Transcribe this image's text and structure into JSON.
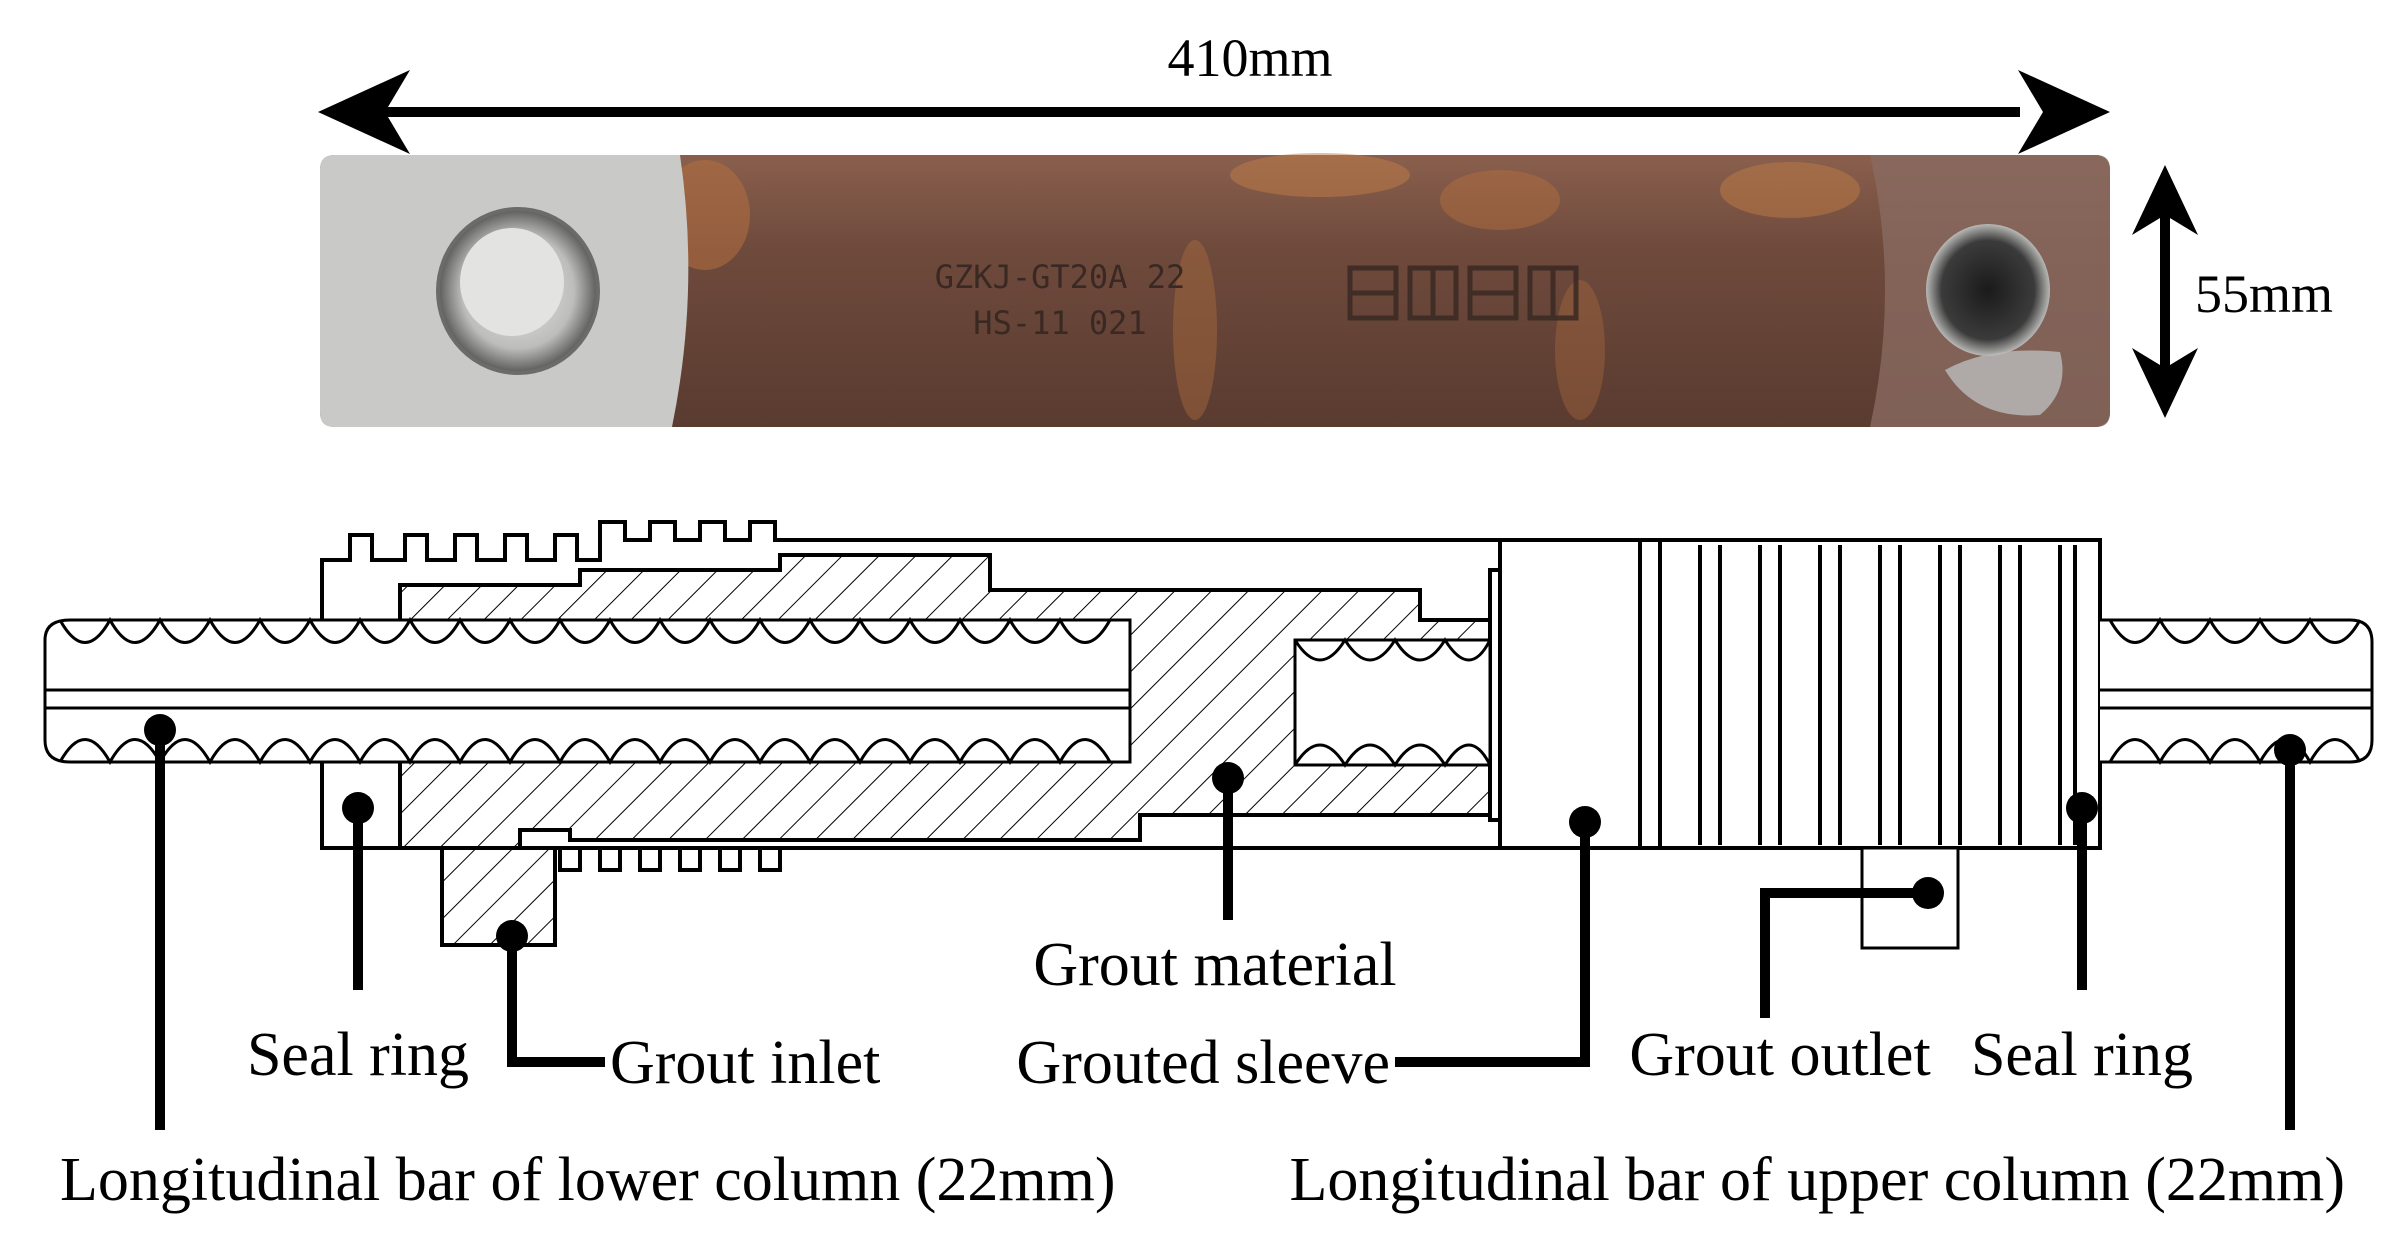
{
  "figure": {
    "dimensions": {
      "length": "410mm",
      "diameter": "55mm"
    },
    "sleeve_marking": {
      "line1": "GZKJ-GT20A 22",
      "line2": "HS-11 021"
    },
    "labels": {
      "seal_ring_left": "Seal ring",
      "grout_inlet": "Grout inlet",
      "grout_material": "Grout material",
      "grouted_sleeve": "Grouted sleeve",
      "grout_outlet": "Grout outlet",
      "seal_ring_right": "Seal ring",
      "lower_bar": "Longitudinal bar of lower column (22mm)",
      "upper_bar": "Longitudinal bar of upper column (22mm)"
    }
  },
  "colors": {
    "sleeve_body": "#6e4a3c",
    "sleeve_rust": "#b5703f",
    "sleeve_end_cap": "#c9c9c7",
    "line": "#000000"
  }
}
